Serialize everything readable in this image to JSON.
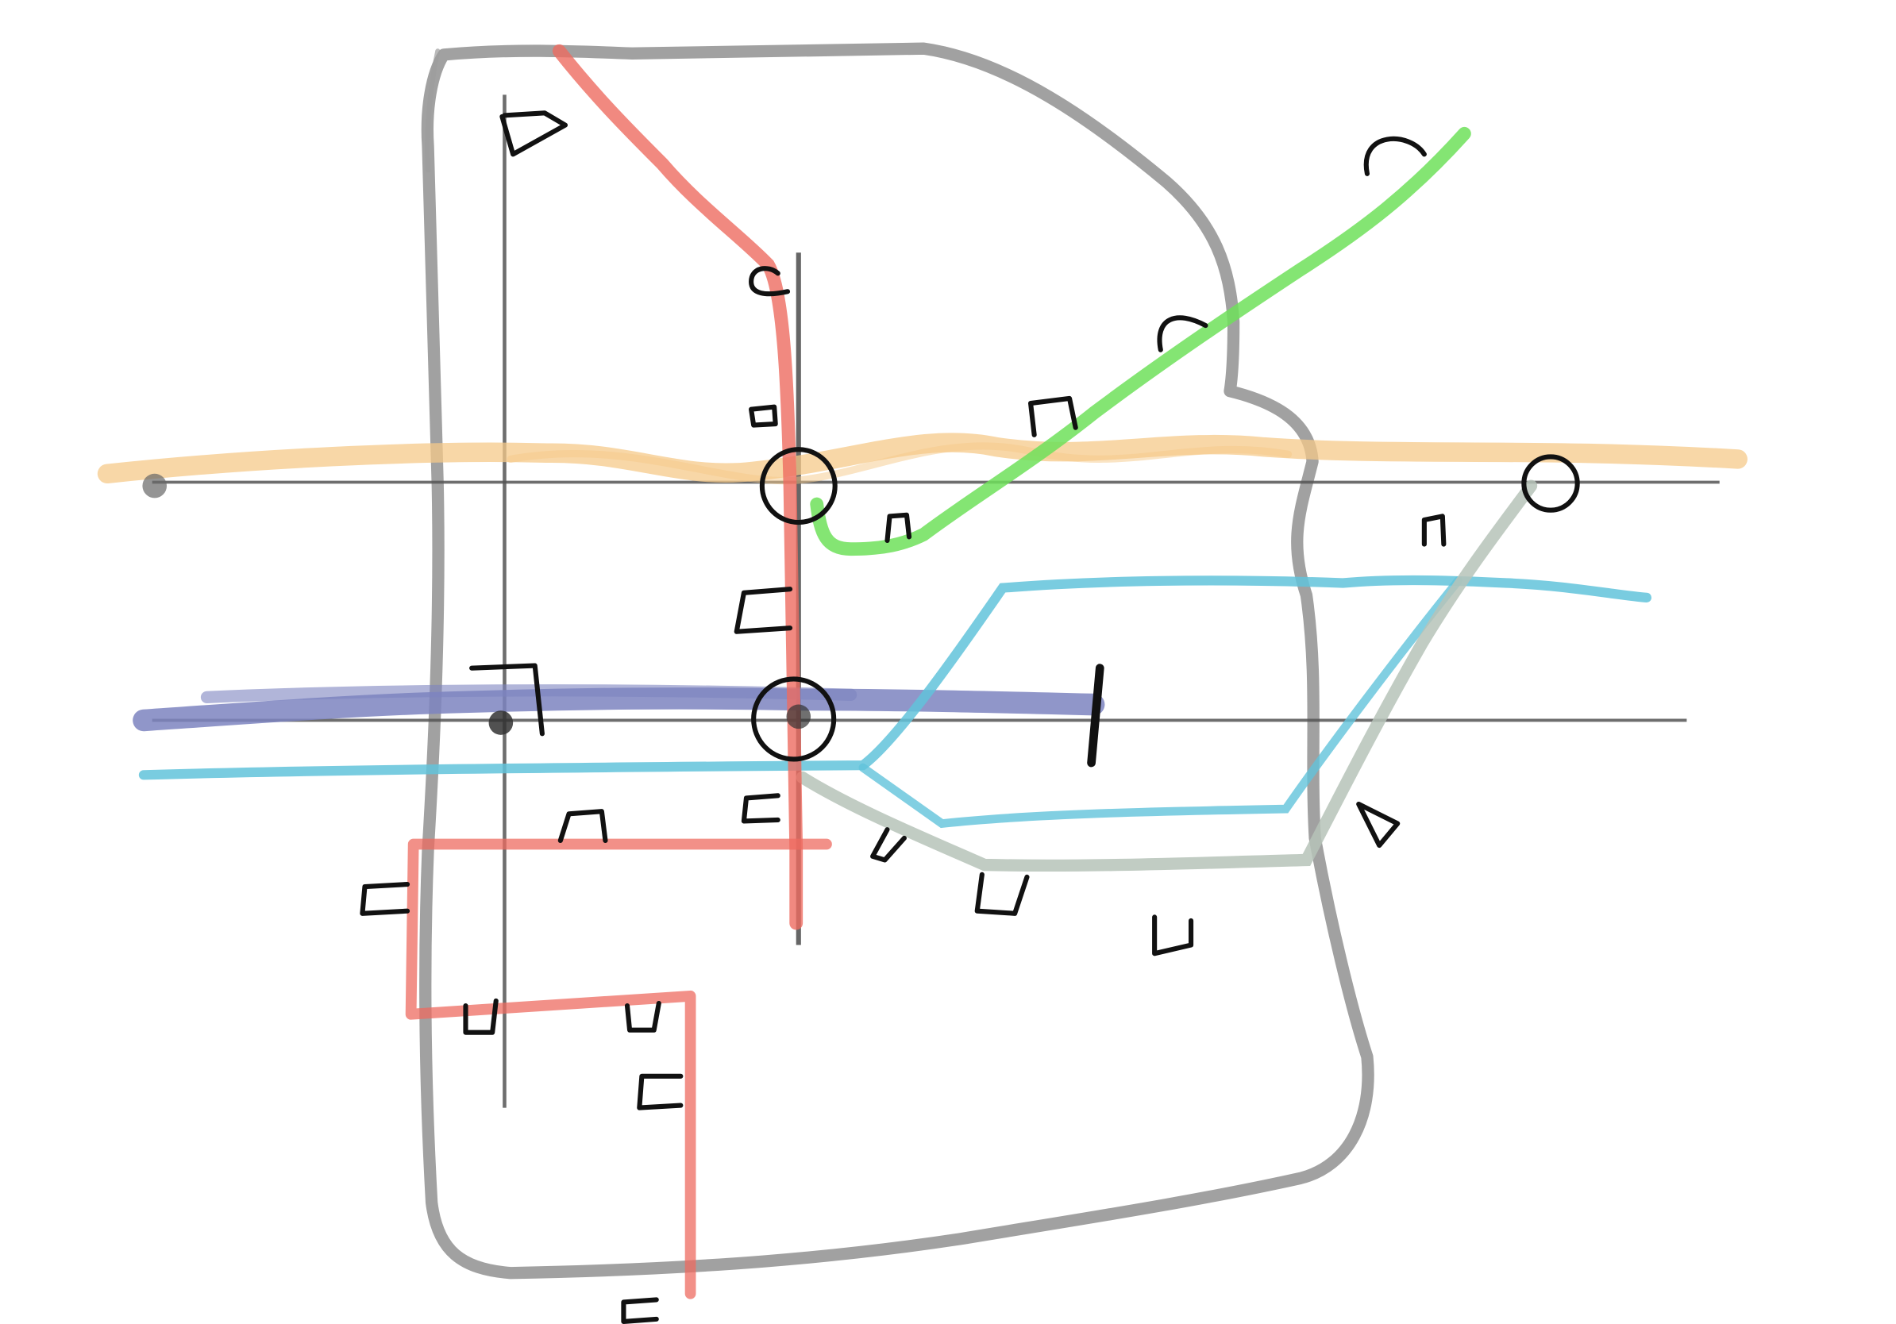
{
  "sketch": {
    "kind": "hand-drawn transit map",
    "colors": {
      "boundary": "#9c9c9c",
      "red_line": "#ee6b60",
      "green_line": "#6fe05a",
      "orange_line": "#f5c98a",
      "blue_line": "#7d84bf",
      "cyan_line": "#62c3db",
      "sage_line": "#b6c3b8",
      "ink": "#111111",
      "gray_ink": "#555555"
    },
    "lines": [
      {
        "id": "red",
        "color_key": "red_line"
      },
      {
        "id": "green",
        "color_key": "green_line"
      },
      {
        "id": "orange",
        "color_key": "orange_line"
      },
      {
        "id": "blue",
        "color_key": "blue_line"
      },
      {
        "id": "cyan",
        "color_key": "cyan_line"
      },
      {
        "id": "sage",
        "color_key": "sage_line"
      }
    ],
    "interchanges": 3,
    "station_markers": 27
  }
}
